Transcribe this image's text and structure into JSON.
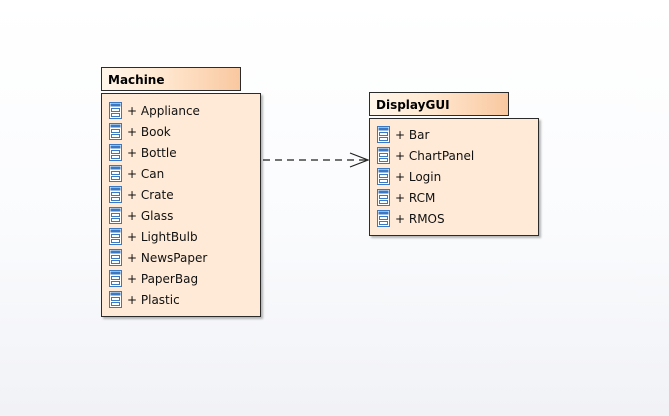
{
  "packages": {
    "machine": {
      "title": "Machine",
      "items": [
        "+ Appliance",
        "+ Book",
        "+ Bottle",
        "+ Can",
        "+ Crate",
        "+ Glass",
        "+ LightBulb",
        "+ NewsPaper",
        "+ PaperBag",
        "+ Plastic"
      ]
    },
    "display_gui": {
      "title": "DisplayGUI",
      "items": [
        "+ Bar",
        "+ ChartPanel",
        "+ Login",
        "+ RCM",
        "+ RMOS"
      ]
    }
  },
  "icons": {
    "class_item": "class-icon"
  },
  "colors": {
    "package_fill": "#ffead7",
    "tab_gradient_end": "#f9c8a0",
    "border": "#2b2b2b",
    "icon_blue": "#3b78c4"
  }
}
